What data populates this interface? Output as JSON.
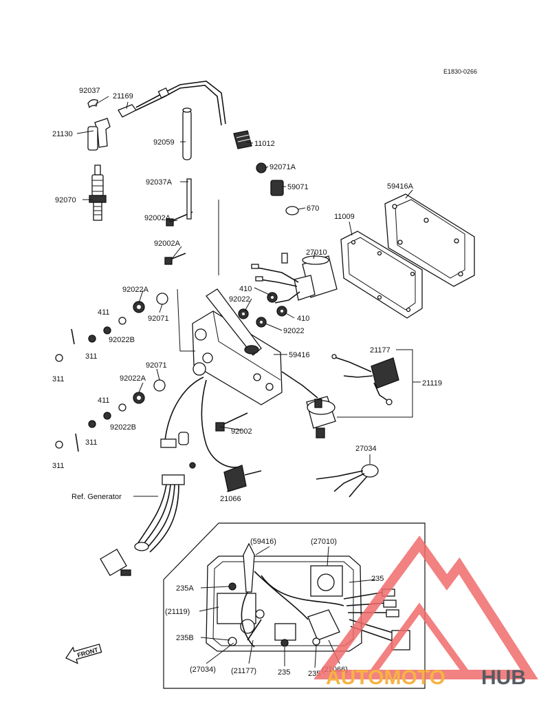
{
  "diagram_code": "E1830-0266",
  "ref_generator": "Ref. Generator",
  "front": "FRONT",
  "watermark": {
    "part1": "AUTOMOTO",
    "part2": "HUB",
    "accent": "#f06c6c",
    "orange": "#f5a623",
    "dark": "#3a3f4a"
  },
  "labels": {
    "p92037": "92037",
    "p21169": "21169",
    "p21130": "21130",
    "p92059": "92059",
    "p11012": "11012",
    "p92071A_top": "92071A",
    "p59071": "59071",
    "p670": "670",
    "p59416A": "59416A",
    "p11009": "11009",
    "p92070": "92070",
    "p92037A": "92037A",
    "p92002A_1": "92002A",
    "p92002A_2": "92002A",
    "p27010": "27010",
    "p410_1": "410",
    "p92022_1": "92022",
    "p410_2": "410",
    "p92022_2": "92022",
    "p92022A_1": "92022A",
    "p92071_1": "92071",
    "p411_1": "411",
    "p92022B_1": "92022B",
    "p311_1": "311",
    "p311_2": "311",
    "p59416": "59416",
    "p21177": "21177",
    "p21119": "21119",
    "p92071_2": "92071",
    "p92022A_2": "92022A",
    "p411_2": "411",
    "p92022B_2": "92022B",
    "p92002": "92002",
    "p311_3": "311",
    "p311_4": "311",
    "p27034": "27034",
    "p21066": "21066"
  },
  "inset_labels": {
    "c59416": "(59416)",
    "c27010": "(27010)",
    "c235_top": "235",
    "c235A": "235A",
    "c21119": "(21119)",
    "c235B": "235B",
    "c27034": "(27034)",
    "c21177": "(21177)",
    "c235_b1": "235",
    "c235_b2": "235",
    "c21066": "(21066)"
  }
}
